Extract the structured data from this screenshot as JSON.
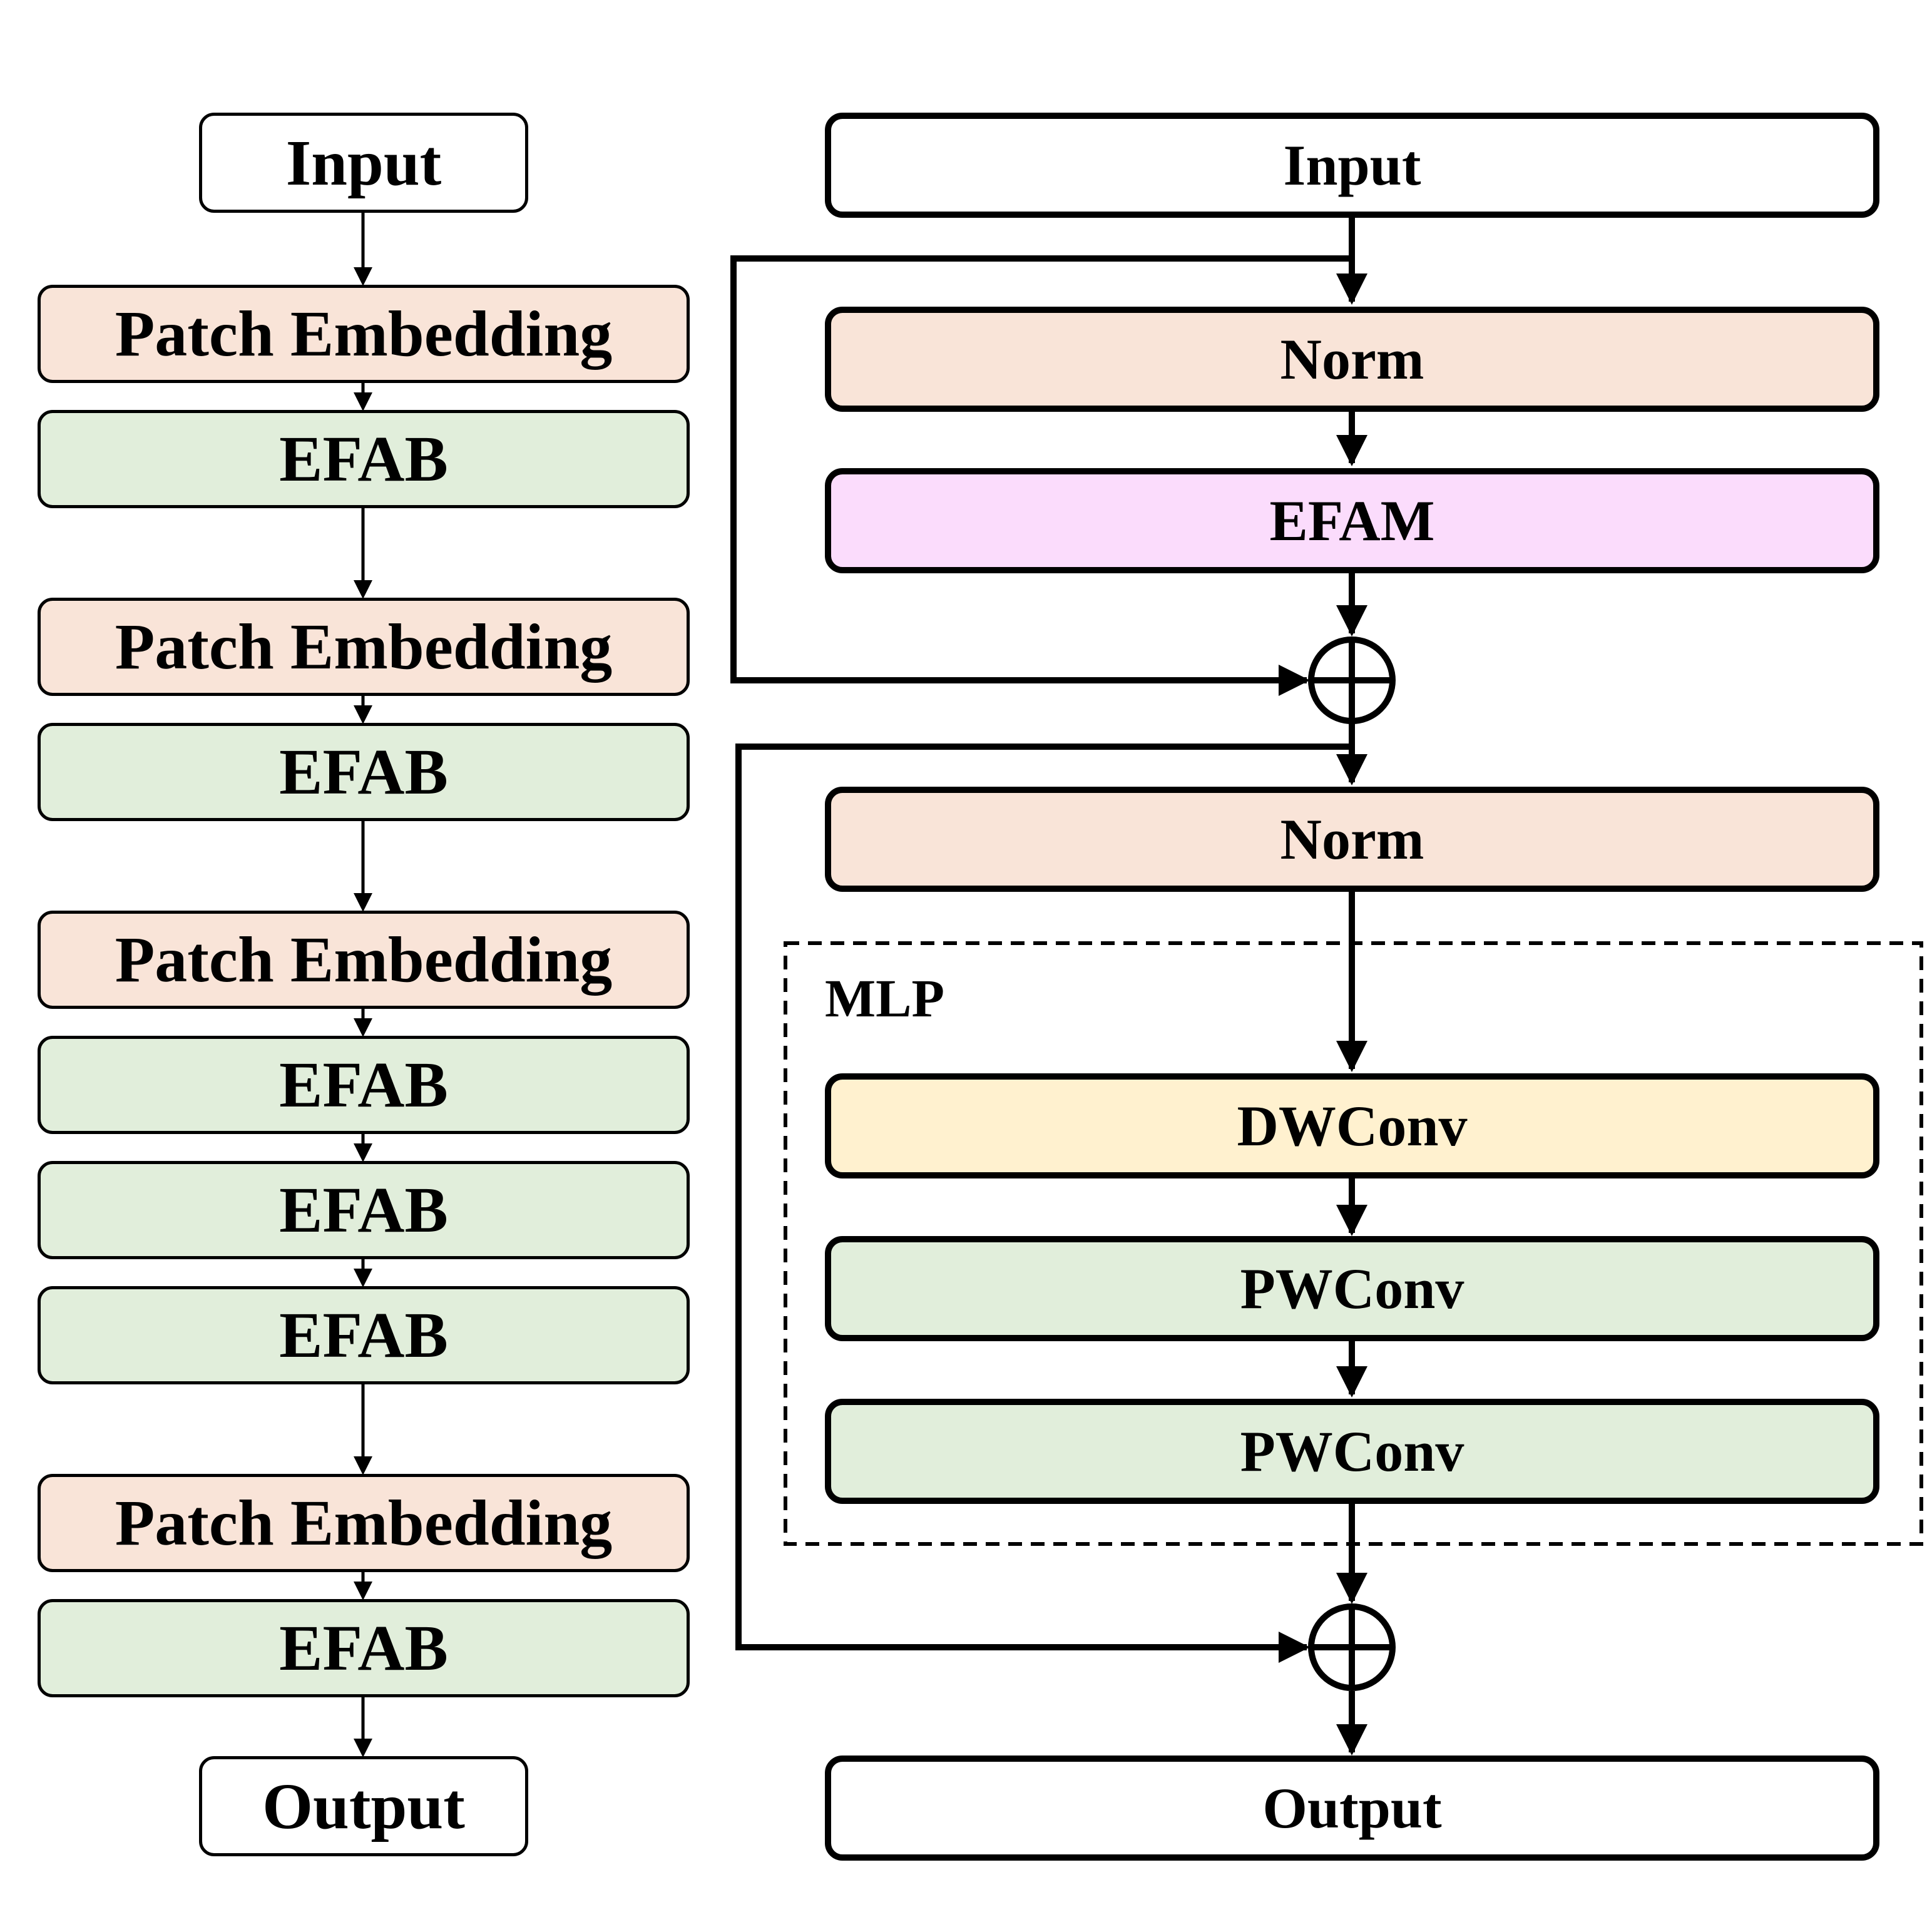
{
  "left_column": {
    "input": "Input",
    "blocks": [
      {
        "label": "Patch Embedding",
        "kind": "patch-embedding"
      },
      {
        "label": "EFAB",
        "kind": "efab"
      },
      {
        "label": "Patch Embedding",
        "kind": "patch-embedding"
      },
      {
        "label": "EFAB",
        "kind": "efab"
      },
      {
        "label": "Patch Embedding",
        "kind": "patch-embedding"
      },
      {
        "label": "EFAB",
        "kind": "efab"
      },
      {
        "label": "EFAB",
        "kind": "efab"
      },
      {
        "label": "EFAB",
        "kind": "efab"
      },
      {
        "label": "Patch Embedding",
        "kind": "patch-embedding"
      },
      {
        "label": "EFAB",
        "kind": "efab"
      }
    ],
    "output": "Output"
  },
  "right_column": {
    "input": "Input",
    "norm1": "Norm",
    "efam": "EFAM",
    "norm2": "Norm",
    "mlp": {
      "title": "MLP",
      "dwconv": "DWConv",
      "pwconv1": "PWConv",
      "pwconv2": "PWConv"
    },
    "output": "Output"
  },
  "colors": {
    "patch_embedding": "#f9e4d8",
    "efab": "#e1eedb",
    "efam": "#fbdcfc",
    "dwconv": "#fff1cf",
    "pwconv": "#e1eedb",
    "norm": "#f9e4d8",
    "line": "#000000"
  }
}
